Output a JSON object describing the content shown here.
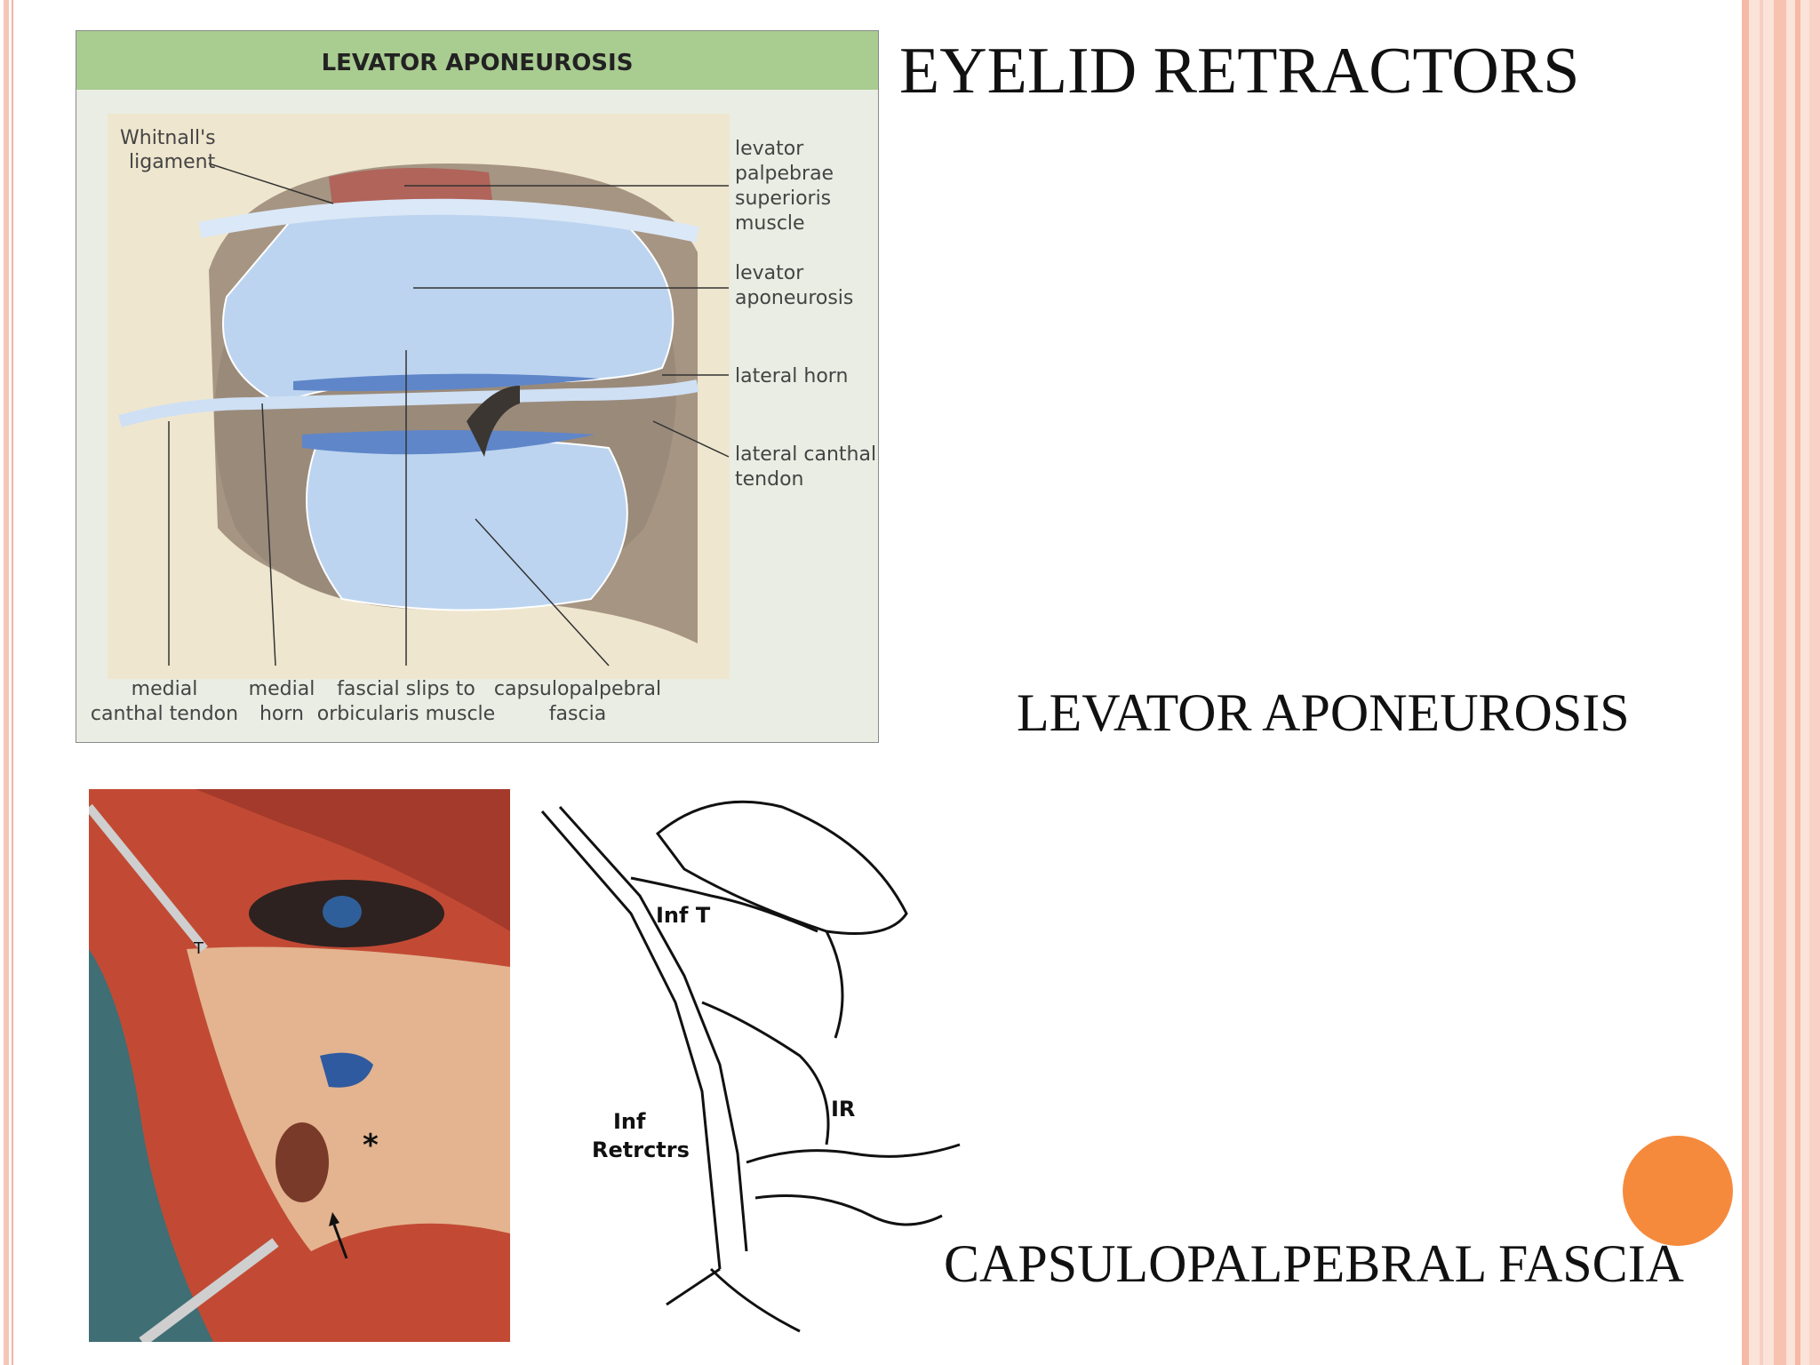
{
  "slide": {
    "title": "EYELID RETRACTORS",
    "caption_levator": "LEVATOR APONEUROSIS",
    "caption_capsulopalpebral": "CAPSULOPALPEBRAL FASCIA"
  },
  "diagram": {
    "header": "LEVATOR APONEUROSIS",
    "labels": {
      "whitnall_1": "Whitnall's",
      "whitnall_2": "ligament",
      "lps_1": "levator",
      "lps_2": "palpebrae",
      "lps_3": "superioris",
      "lps_4": "muscle",
      "apo_1": "levator",
      "apo_2": "aponeurosis",
      "lateral_horn": "lateral horn",
      "lct_1": "lateral canthal",
      "lct_2": "tendon",
      "mct_1": "medial",
      "mct_2": "canthal tendon",
      "mh_1": "medial",
      "mh_2": "horn",
      "fs_1": "fascial slips to",
      "fs_2": "orbicularis muscle",
      "cpf_1": "capsulopalpebral",
      "cpf_2": "fascia"
    }
  },
  "photo": {
    "marker_t": "T",
    "marker_star": "*"
  },
  "sketch": {
    "inf_t": "Inf T",
    "ir": "IR",
    "inf": "Inf",
    "retrctrs": "Retrctrs"
  },
  "colors": {
    "diagram_header": "#a9cc91",
    "diagram_panel": "#e9ede3",
    "orbit_bone": "#a69583",
    "aponeurosis": "#bcd4ef",
    "tarsus": "#5f86c9",
    "accent_dot": "#f58a3d"
  }
}
